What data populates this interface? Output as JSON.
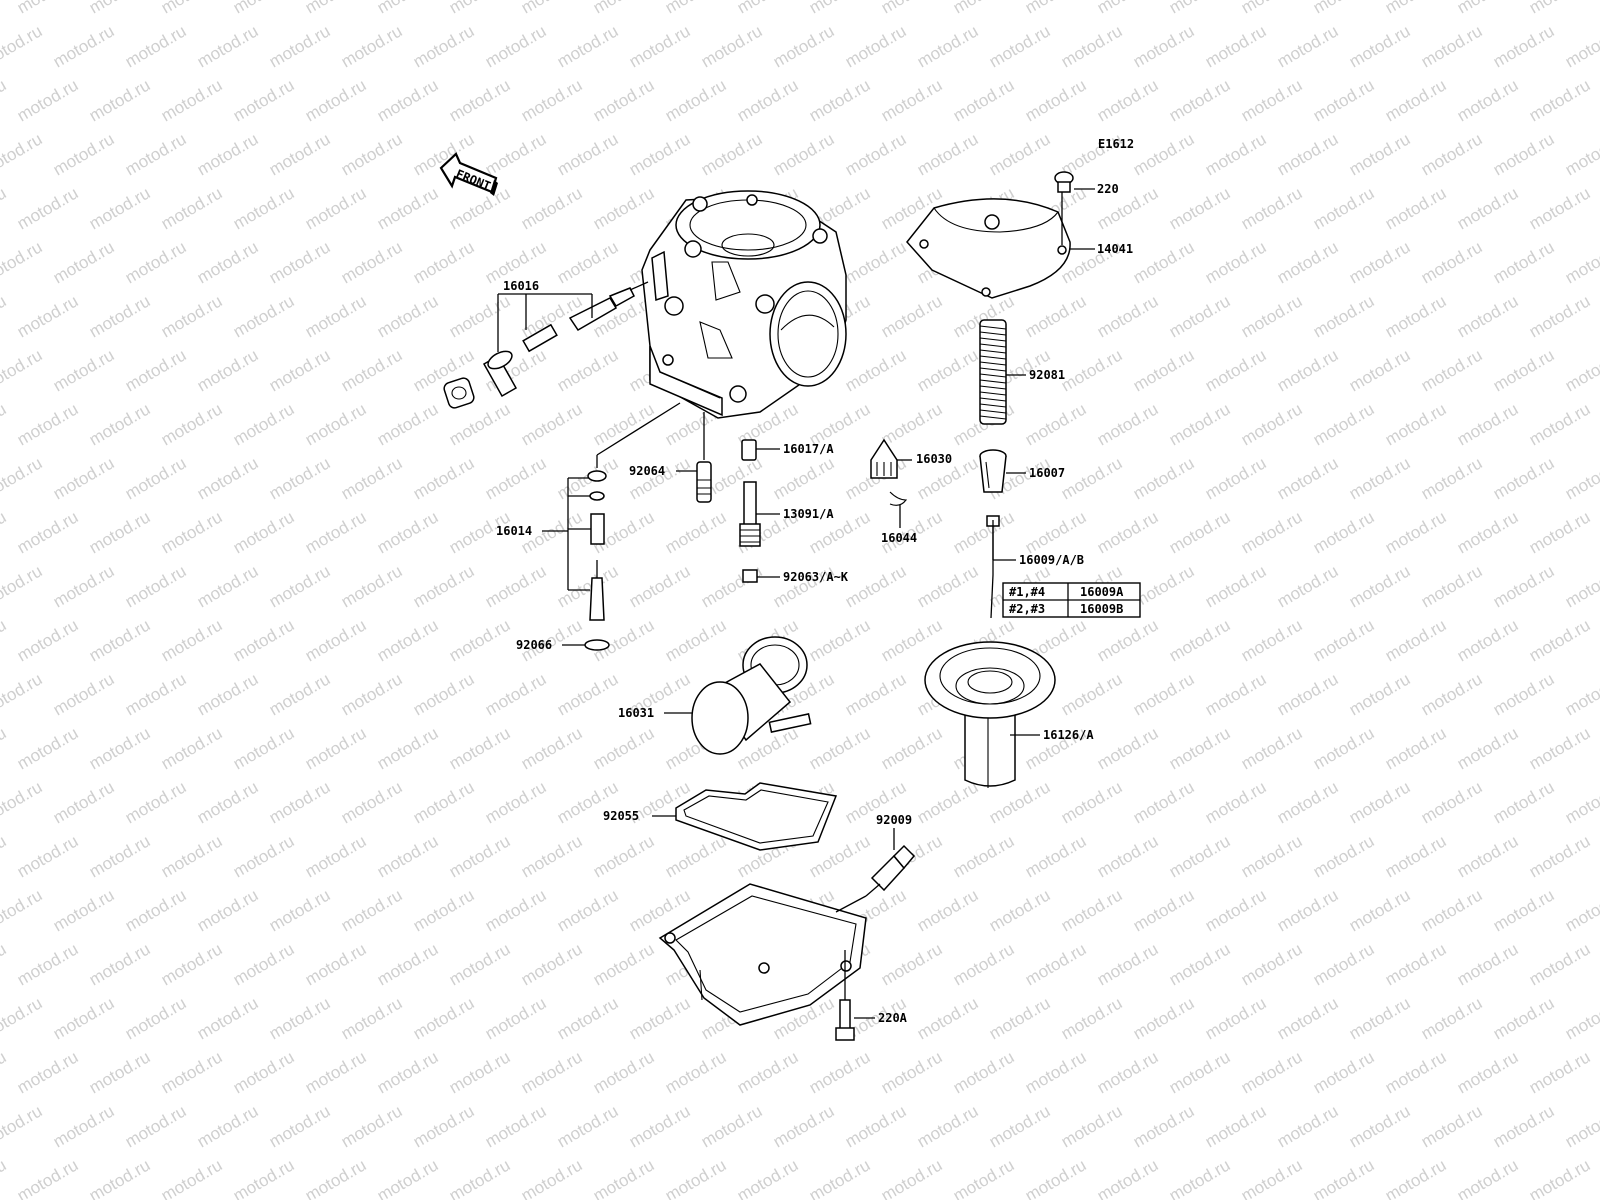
{
  "watermark": "motod.ru",
  "diagram_code": "E1612",
  "front_arrow": "FRONT",
  "callouts": {
    "p220": "220",
    "p14041": "14041",
    "p16016": "16016",
    "p92081": "92081",
    "p16017": "16017/A",
    "p16030": "16030",
    "p16007": "16007",
    "p92064": "92064",
    "p13091": "13091/A",
    "p16014": "16014",
    "p16044": "16044",
    "p16009": "16009/A/B",
    "p92063": "92063/A~K",
    "p92066": "92066",
    "p16031": "16031",
    "p16126": "16126/A",
    "p92055": "92055",
    "p92009": "92009",
    "p220A": "220A"
  },
  "needle_table": [
    {
      "cyl": "#1,#4",
      "part": "16009A"
    },
    {
      "cyl": "#2,#3",
      "part": "16009B"
    }
  ]
}
